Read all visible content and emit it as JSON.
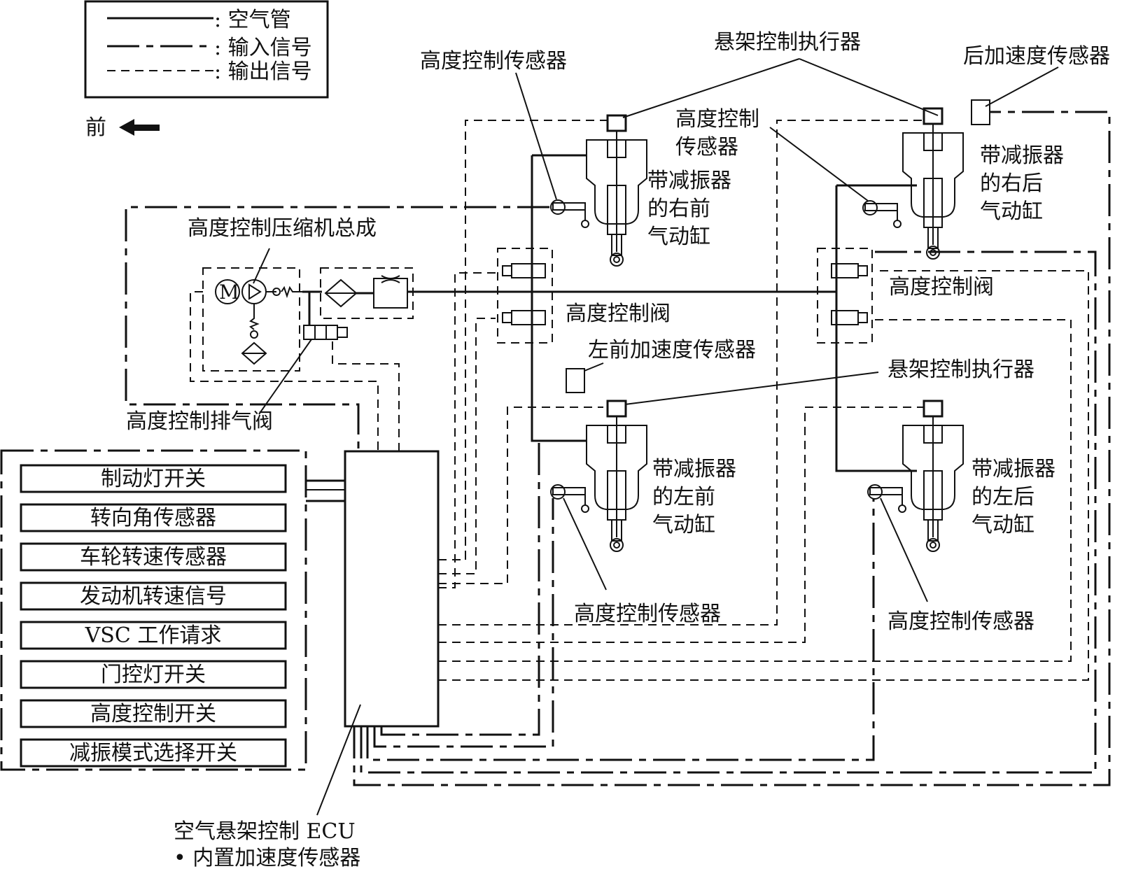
{
  "legend": {
    "items": [
      {
        "line_type": "solid",
        "label": ": 空气管"
      },
      {
        "line_type": "dash-dot",
        "label": ": 输入信号"
      },
      {
        "line_type": "dashed",
        "label": ": 输出信号"
      }
    ]
  },
  "direction": {
    "label": "前",
    "arrow": "left-arrow"
  },
  "compressor": {
    "label": "高度控制压缩机总成",
    "motor_symbol": "M"
  },
  "exhaust_valve": {
    "label": "高度控制排气阀"
  },
  "front_valve": {
    "label": "高度控制阀"
  },
  "rear_valve": {
    "label": "高度控制阀"
  },
  "actuator_top": {
    "label": "悬架控制执行器"
  },
  "actuator_bottom": {
    "label": "悬架控制执行器"
  },
  "rear_accel": {
    "label": "后加速度传感器"
  },
  "front_left_accel": {
    "label": "左前加速度传感器"
  },
  "height_sensors": {
    "front_right": "高度控制传感器",
    "rear_right_line1": "高度控制",
    "rear_right_line2": "传感器",
    "front_left": "高度控制传感器",
    "rear_left": "高度控制传感器"
  },
  "cylinders": {
    "front_right": [
      "带减振器",
      "的右前",
      "气动缸"
    ],
    "rear_right": [
      "带减振器",
      "的右后",
      "气动缸"
    ],
    "front_left": [
      "带减振器",
      "的左前",
      "气动缸"
    ],
    "rear_left": [
      "带减振器",
      "的左后",
      "气动缸"
    ]
  },
  "inputs": [
    "制动灯开关",
    "转向角传感器",
    "车轮转速传感器",
    "发动机转速信号",
    "VSC 工作请求",
    "门控灯开关",
    "高度控制开关",
    "减振模式选择开关"
  ],
  "ecu": {
    "label": "空气悬架控制 ECU",
    "sub_label": "• 内置加速度传感器"
  }
}
